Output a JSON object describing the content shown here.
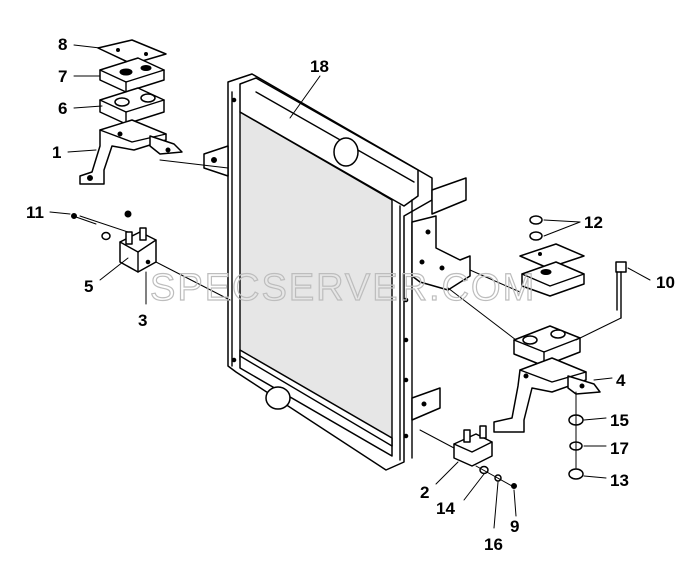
{
  "watermark": "SPECSERVER.COM",
  "callouts": {
    "c1": "1",
    "c2": "2",
    "c3": "3",
    "c4": "4",
    "c5": "5",
    "c6": "6",
    "c7": "7",
    "c8": "8",
    "c9": "9",
    "c10": "10",
    "c11": "11",
    "c12": "12",
    "c13": "13",
    "c14": "14",
    "c15": "15",
    "c16": "16",
    "c17": "17",
    "c18": "18"
  }
}
